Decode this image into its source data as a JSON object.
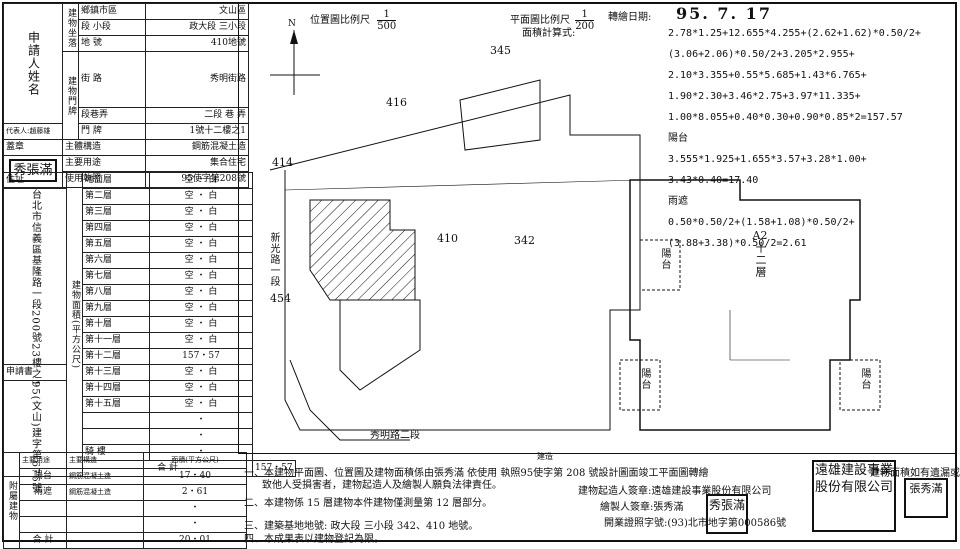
{
  "left": {
    "applicant_label": "申請人姓名",
    "applicant_name": "遠雄建設事業股份有限公司",
    "rep_label": "代表人",
    "rep_name": "趙藤雄",
    "seal_label": "蓋章",
    "seal_text": "秀張滿",
    "addr_label": "住址",
    "addr_text": "台北市信義區基隆路一段200號23樓之1",
    "apply_label": "申請書",
    "apply_text": "95(文山)建字第676號",
    "rows": [
      {
        "k": "鄉鎮市區",
        "v": "文山區"
      },
      {
        "k": "段 小段",
        "v": "政大段 三小段"
      },
      {
        "k": "地 號",
        "v": "410地號"
      },
      {
        "k": "街 路",
        "v": "秀明街路"
      },
      {
        "k": "段巷弄",
        "v": "二段 巷 弄"
      },
      {
        "k": "門 牌",
        "v": "1號十二樓之1"
      },
      {
        "k": "主體構造",
        "v": "鋼筋混凝土造"
      },
      {
        "k": "主要用途",
        "v": "集合住宅"
      },
      {
        "k": "使用執照",
        "v": "95使字第208號"
      }
    ],
    "site_label": "建物坐落",
    "door_label": "建物門牌",
    "area_label": "建物面積(平方公尺)",
    "floors": [
      {
        "f": "地面層",
        "v": "空 ・ 白"
      },
      {
        "f": "第二層",
        "v": "空 ・ 白"
      },
      {
        "f": "第三層",
        "v": "空 ・ 白"
      },
      {
        "f": "第四層",
        "v": "空 ・ 白"
      },
      {
        "f": "第五層",
        "v": "空 ・ 白"
      },
      {
        "f": "第六層",
        "v": "空 ・ 白"
      },
      {
        "f": "第七層",
        "v": "空 ・ 白"
      },
      {
        "f": "第八層",
        "v": "空 ・ 白"
      },
      {
        "f": "第九層",
        "v": "空 ・ 白"
      },
      {
        "f": "第十層",
        "v": "空 ・ 白"
      },
      {
        "f": "第十一層",
        "v": "空 ・ 白"
      },
      {
        "f": "第十二層",
        "v": "157・57"
      },
      {
        "f": "第十三層",
        "v": "空 ・ 白"
      },
      {
        "f": "第十四層",
        "v": "空 ・ 白"
      },
      {
        "f": "第十五層",
        "v": "空 ・ 白"
      },
      {
        "f": "",
        "v": "・"
      },
      {
        "f": "",
        "v": "・"
      },
      {
        "f": "騎 樓",
        "v": "・"
      }
    ],
    "total_label": "合 計",
    "total_value": "157・57",
    "att_label": "附屬建物",
    "att_headers": [
      "主要用途",
      "主要構造",
      "面積(平方公尺)"
    ],
    "att_rows": [
      {
        "use": "陽台",
        "str": "鋼筋混凝土造",
        "area": "17・40"
      },
      {
        "use": "雨遮",
        "str": "鋼筋混凝土造",
        "area": "2・61"
      },
      {
        "use": "",
        "str": "",
        "area": "・"
      },
      {
        "use": "",
        "str": "",
        "area": "・"
      }
    ],
    "att_total_label": "合 計",
    "att_total": "20・01"
  },
  "site_plan": {
    "scale_label": "位置圖比例尺",
    "scale_num": "1",
    "scale_den": "500",
    "north": "N",
    "parcels": [
      "345",
      "416",
      "414",
      "410",
      "342",
      "454"
    ],
    "road1": "新光路一段",
    "road2": "秀明路二段"
  },
  "floor_plan": {
    "scale_label": "平面圖比例尺",
    "scale_num": "1",
    "scale_den": "200",
    "area_method": "面積計算式:",
    "unit_label": "A2",
    "unit_floor": "十二層",
    "balcony": "陽台"
  },
  "drawing_date_label": "轉繪日期:",
  "drawing_date": "95. 7. 17",
  "formulas": [
    "2.78*1.25+12.655*4.255+(2.62+1.62)*0.50/2+",
    "(3.06+2.06)*0.50/2+3.205*2.955+",
    "2.10*3.355+0.55*5.685+1.43*6.765+",
    "1.90*2.30+3.46*2.75+3.97*11.335+",
    "1.00*8.055+0.40*0.30+0.90*0.85*2=157.57",
    "陽台",
    "3.555*1.925+1.655*3.57+3.28*1.00+",
    "3.43*0.40=17.40",
    "雨遮",
    "0.50*0.50/2+(1.58+1.08)*0.50/2+",
    "(3.88+3.38)*0.50/2=2.61"
  ],
  "notes": [
    "一、本建物平面圖、位置圖及建物面積係由張秀滿 依使用 執照95使字第 208 號設計圖面竣工平面圖轉繪",
    "致他人受損害者，建物起造人及繪製人願負法律責任。",
    "二、本建物係 15 層建物本件建物僅測量第  12  層部分。",
    "三、建築基地地號:  政大段  三小段  342、410 地號。",
    "四、本成果表以建物登記為限。"
  ],
  "note_builder": "建物起造人簽章:遠雄建設事業股份有限公司",
  "note_drawer": "繪製人簽章:張秀滿",
  "note_cert": "開業證照字號:(93)北市地字第000586號",
  "note_extra": "建造",
  "note_tail": "建物面積如有遺漏或錯誤",
  "stamps": [
    "秀張滿",
    "遠雄建設事業股份有限公司",
    "張秀滿"
  ]
}
